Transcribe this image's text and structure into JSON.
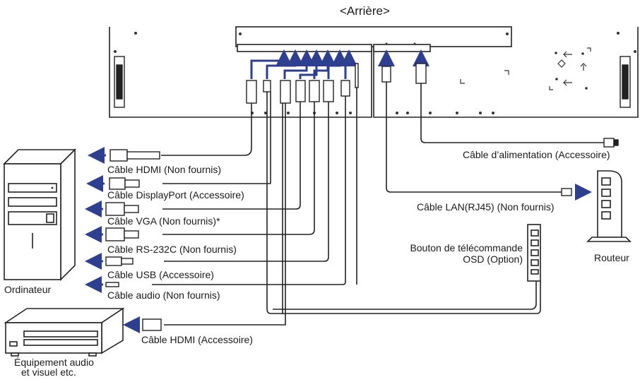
{
  "title": "<Arrière>",
  "colors": {
    "arrow": "#2e3f8f",
    "line": "#222222",
    "panel": "#ffffff"
  },
  "devices": {
    "computer": "Ordinateur",
    "av_equipment_line1": "Équipement audio",
    "av_equipment_line2": "et visuel etc.",
    "router": "Routeur"
  },
  "cables": {
    "power": "Câble d’alimentation (Accessoire)",
    "hdmi_pc": "Câble HDMI (Non fournis)",
    "displayport": "Câble DisplayPort (Accessoire)",
    "vga": "Câble VGA (Non fournis)*",
    "rs232c": "Câble RS-232C (Non fournis)",
    "usb": "Câble USB (Accessoire)",
    "audio": "Câble audio (Non fournis)",
    "hdmi_av": "Câble HDMI (Accessoire)",
    "lan": "Câble LAN(RJ45) (Non fournis)",
    "remote_line1": "Bouton de télécommande",
    "remote_line2": "OSD (Option)"
  }
}
